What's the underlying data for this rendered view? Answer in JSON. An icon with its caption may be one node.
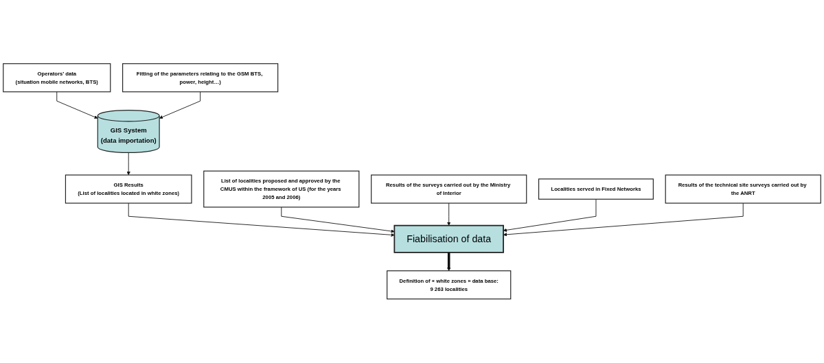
{
  "diagram": {
    "nodes": [
      {
        "text": [
          "Operators’ data",
          "(situation mobile networks, BTS)"
        ]
      },
      {
        "text": [
          "GIS System",
          "(data importation)"
        ]
      },
      {
        "text": [
          "Fitting of the parameters relating to the GSM BTS, power, height…)"
        ]
      },
      {
        "text": [
          "GIS Results",
          "(List of localities located in white zones)"
        ]
      },
      {
        "text": [
          "List of localities proposed and approved by the CMUS within the framework of US (for the years 2005 and 2006)"
        ]
      },
      {
        "text": [
          "Results of the surveys carried out by the Ministry of Interior"
        ]
      },
      {
        "text": [
          "Localities served in Fixed Networks"
        ]
      },
      {
        "text": [
          "Results of the technical site surveys carried out by the ANRT"
        ]
      },
      {
        "text": [
          "Fiabilisation of data"
        ]
      },
      {
        "text": [
          "Definition of « white zones » data base:",
          "9 263 localities"
        ]
      }
    ],
    "edges": [
      {
        "from": 0,
        "to": 1,
        "arrow": "to"
      },
      {
        "from": 2,
        "to": 1,
        "arrow": "to"
      },
      {
        "from": 1,
        "to": 3,
        "arrow": "to"
      },
      {
        "from": 3,
        "to": 8,
        "arrow": "to"
      },
      {
        "from": 4,
        "to": 8,
        "arrow": "to"
      },
      {
        "from": 5,
        "to": 8,
        "arrow": "to"
      },
      {
        "from": 6,
        "to": 8,
        "arrow": "to"
      },
      {
        "from": 7,
        "to": 8,
        "arrow": "to"
      },
      {
        "from": 8,
        "to": 9,
        "arrow": "to",
        "style": "thick"
      }
    ]
  }
}
